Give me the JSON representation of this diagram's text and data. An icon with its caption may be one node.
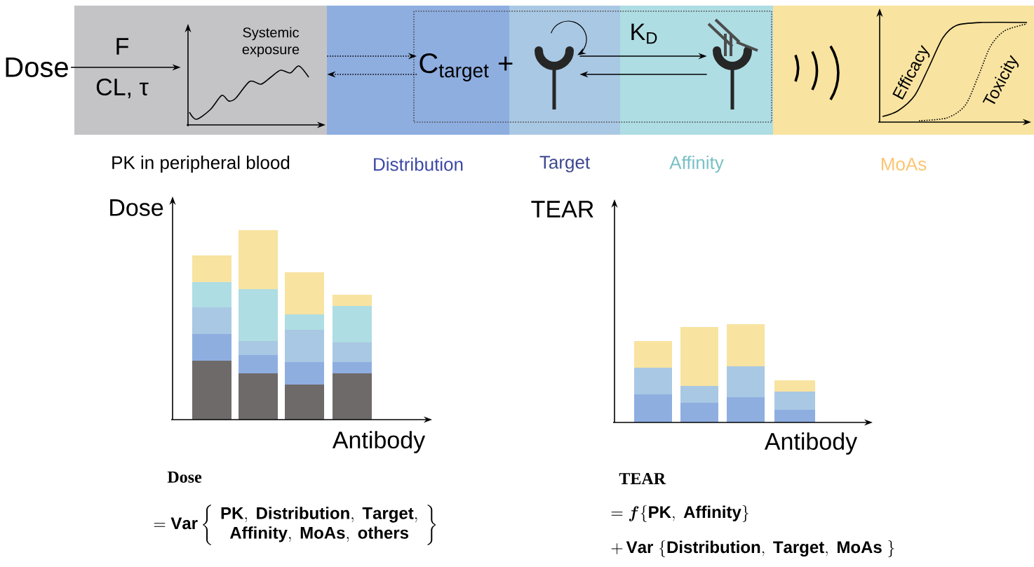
{
  "diagram": {
    "nodes": [
      {
        "text": [
          "Dose"
        ]
      },
      {
        "text": [
          "PK in peripheral blood"
        ]
      },
      {
        "text": [
          "Systemic exposure"
        ],
        "in": 1
      },
      {
        "text": [
          "Distribution"
        ]
      },
      {
        "text": [
          "Target"
        ]
      },
      {
        "text": [
          "Affinity"
        ]
      },
      {
        "text": [
          "MoAs"
        ]
      },
      {
        "text": [
          "C$_{target}$ +"
        ],
        "in": 3
      },
      {
        "text": [],
        "shape": "picture",
        "in": 4
      },
      {
        "text": [],
        "shape": "picture",
        "in": 5
      }
    ],
    "edges": [
      {
        "from": 0,
        "to": 2,
        "arrow": "to",
        "label": "F"
      },
      {
        "from": 2,
        "to": 7,
        "arrow": "to",
        "style": "dashed"
      },
      {
        "from": 7,
        "to": 2,
        "arrow": "to",
        "style": "dashed"
      },
      {
        "from": 8,
        "to": 9,
        "arrow": "to",
        "label": "K$_{D}$"
      },
      {
        "from": 9,
        "to": 8,
        "arrow": "to"
      }
    ],
    "labels": [
      "CL, τ",
      "Efficacy",
      "Toxicity",
      "Dose",
      "Antibody",
      "Dose",
      "=\\mathbf{Var}\\left\\{\\begin{array}{c}\\mathbf{PK,\\ Distribution,\\ Target,}\\\\ \\mathbf{Affinity,\\ MoAs,\\ others}\\end{array}\\right\\}",
      "TEAR",
      "Antibody",
      "TEAR",
      "=\\boldsymbol{f}\\{\\mathbf{PK,\\ Affinity}\\}",
      "+\\,\\mathbf{Var}\\ \\{\\mathbf{Distribution,\\ Target,\\ MoAs}\\ \\}"
    ]
  }
}
